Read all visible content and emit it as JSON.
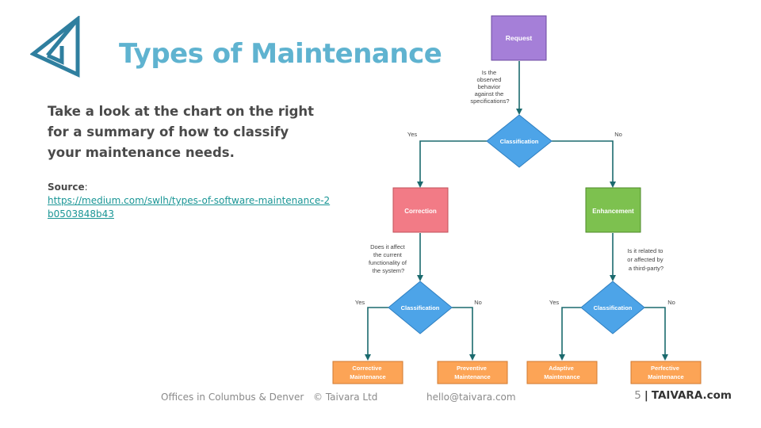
{
  "title": "Types of Maintenance",
  "intro": "Take a look at the chart on the right for a summary of how to classify your maintenance needs.",
  "source": {
    "label": "Source",
    "link": "https://medium.com/swlh/types-of-software-maintenance-2b0503848b43"
  },
  "flowchart": {
    "request": "Request",
    "question1": [
      "Is the",
      "observed",
      "behavior",
      "against the",
      "specifications?"
    ],
    "classification": "Classification",
    "yes": "Yes",
    "no": "No",
    "correction": "Correction",
    "enhancement": "Enhancement",
    "question2": [
      "Does it affect",
      "the current",
      "functionality of",
      "the system?"
    ],
    "question3": [
      "Is it related to",
      "or affected by",
      "a third-party?"
    ],
    "corrective": [
      "Corrective",
      "Maintenance"
    ],
    "preventive": [
      "Preventive",
      "Maintenance"
    ],
    "adaptive": [
      "Adaptive",
      "Maintenance"
    ],
    "perfective": [
      "Perfective",
      "Maintenance"
    ]
  },
  "footer": {
    "offices": "Offices in Columbus & Denver",
    "copyright": "© Taivara Ltd",
    "email": "hello@taivara.com",
    "page": "5",
    "separator": "|",
    "brand": "TAIVARA.com"
  },
  "colors": {
    "title": "#5fb3d0",
    "logo": "#2f7f9f",
    "request": "#a57fd8",
    "decision": "#4da4e8",
    "correction": "#f27b86",
    "enhancement": "#7dc14f",
    "leaf": "#fca456",
    "arrow": "#1b6a6e"
  }
}
